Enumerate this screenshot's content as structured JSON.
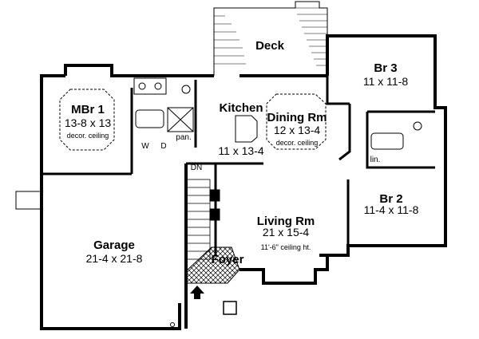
{
  "rooms": {
    "deck": {
      "name": "Deck"
    },
    "br3": {
      "name": "Br 3",
      "dims": "11 x 11-8"
    },
    "mbr1": {
      "name": "MBr 1",
      "dims": "13-8 x 13",
      "note": "decor. ceiling"
    },
    "kitchen": {
      "name": "Kitchen",
      "dims": "11 x 13-4"
    },
    "dining": {
      "name": "Dining Rm",
      "dims": "12 x 13-4",
      "note": "decor. ceiling"
    },
    "br2": {
      "name": "Br 2",
      "dims": "11-4 x 11-8"
    },
    "living": {
      "name": "Living Rm",
      "dims": "21 x 15-4",
      "note": "11'-6\" ceiling ht."
    },
    "garage": {
      "name": "Garage",
      "dims": "21-4 x 21-8"
    },
    "foyer": {
      "name": "Foyer"
    }
  },
  "fixtures": {
    "washer": "W",
    "dryer": "D",
    "pantry": "pan.",
    "linen": "lin.",
    "stairs": "DN"
  }
}
